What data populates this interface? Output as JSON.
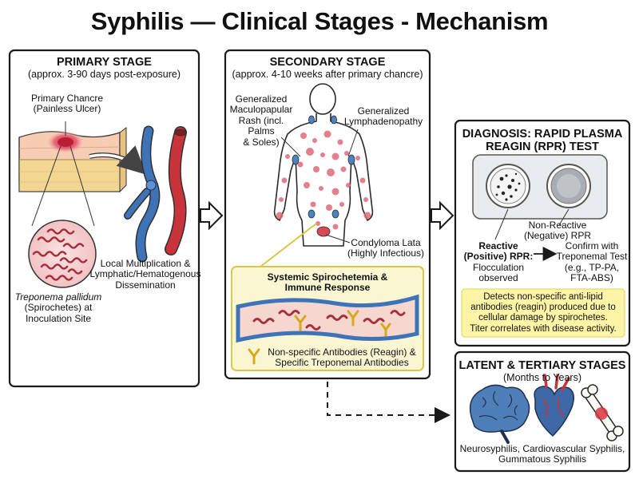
{
  "title": "Syphilis — Clinical Stages - Mechanism",
  "primary": {
    "heading": "PRIMARY STAGE",
    "subheading": "(approx. 3-90 days post-exposure)",
    "chancre_label_1": "Primary Chancre",
    "chancre_label_2": "(Painless Ulcer)",
    "dissemination_1": "Local Multiplication &",
    "dissemination_2": "Lymphatic/Hematogenous",
    "dissemination_3": "Dissemination",
    "organism_name": "Treponema pallidum",
    "organism_1": "(Spirochetes) at",
    "organism_2": "Inoculation Site"
  },
  "secondary": {
    "heading": "SECONDARY STAGE",
    "subheading": "(approx. 4-10 weeks after primary chancre)",
    "rash_1": "Generalized",
    "rash_2": "Maculopapular",
    "rash_3": "Rash (incl.",
    "rash_4": "Palms",
    "rash_5": "& Soles)",
    "lymph_1": "Generalized",
    "lymph_2": "Lymphadenopathy",
    "condyloma_1": "Condyloma Lata",
    "condyloma_2": "(Highly Infectious)",
    "systemic_1": "Systemic Spirochetemia &",
    "systemic_2": "Immune Response",
    "antibody_1": "Non-specific Antibodies (Reagin) &",
    "antibody_2": "Specific Treponemal Antibodies"
  },
  "diagnosis": {
    "heading_1": "DIAGNOSIS: RAPID PLASMA",
    "heading_2": "REAGIN (RPR) TEST",
    "nonreactive_1": "Non-Reactive",
    "nonreactive_2": "(Negative) RPR",
    "reactive_1": "Reactive",
    "reactive_2": "(Positive) RPR:",
    "reactive_3": "Flocculation",
    "reactive_4": "observed",
    "confirm_1": "Confirm with",
    "confirm_2": "Treponemal Test",
    "confirm_3": "(e.g., TP-PA,",
    "confirm_4": "FTA-ABS)",
    "note_1": "Detects non-specific anti-lipid",
    "note_2": "antibodies (reagin) produced due to",
    "note_3": "cellular damage by spirochetes.",
    "note_4": "Titer correlates with disease activity."
  },
  "latent": {
    "heading": "LATENT & TERTIARY STAGES",
    "subheading": "(Months to Years)",
    "outcome_1": "Neurosyphilis, Cardiovascular Syphilis,",
    "outcome_2": "Gummatous Syphilis"
  },
  "colors": {
    "frame": "#1a1a1a",
    "yellow_panel": "#fbf6d2",
    "yellow_border": "#d9c64a",
    "note_fill": "#fdf4a6",
    "vein": "#3f73b8",
    "artery": "#c8343a",
    "spirochete": "#a8303e",
    "rash": "#e06a78",
    "antibody": "#d8a81e",
    "node": "#4b84c4"
  }
}
